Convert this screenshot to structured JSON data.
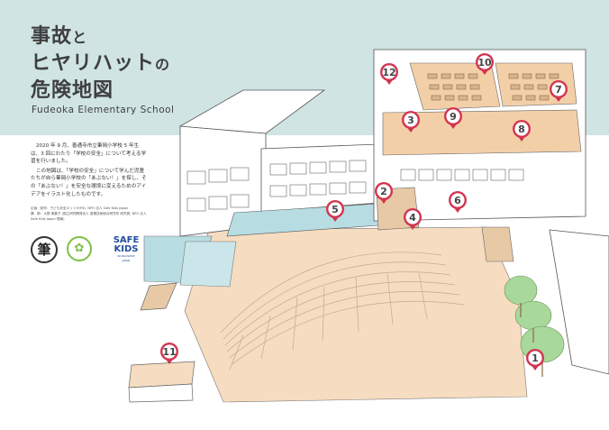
{
  "title": {
    "line1_a": "事故",
    "line1_b": "と",
    "line2_a": "ヒヤリハット",
    "line2_b": "の",
    "line3": "危険地図"
  },
  "subtitle": "Fudeoka Elementary School",
  "description": [
    "2020 年 9 月、善通寺市立筆岡小学校 5 年生は、3 回にわたり「学校の安全」について考える学習を行いました。",
    "この地図は、「学校の安全」について学んだ児童たちが自ら筆岡小学校の「あぶない！」を探し、その「あぶない！」を安全な環境に変えるためのアイデアをイラスト化したものです。"
  ],
  "credits": [
    "企画・制作：子ども安全ネットかがわ, NPO 法人 Safe Kids Japan",
    "講　師：大野 美喜子 (国立研究開発法人 産業技術総合研究所 研究員, NPO 法人 Safe Kids Japan 理事)"
  ],
  "logos": {
    "kanji": "筆",
    "safe_line1": "SAFE",
    "safe_line2": "KIDS",
    "safe_line3": "WORLDWIDE",
    "safe_line4": "JAPAN"
  },
  "colors": {
    "sky": "#cfe4e3",
    "ground": "#f6dcc0",
    "water": "#b7dde3",
    "marker": "#d2344f",
    "floor": "#f3cfa8",
    "tree": "#a8d89a",
    "line": "#555555"
  },
  "markers": [
    {
      "id": "1",
      "label": "1"
    },
    {
      "id": "2",
      "label": "2"
    },
    {
      "id": "3",
      "label": "3"
    },
    {
      "id": "4",
      "label": "4"
    },
    {
      "id": "5",
      "label": "5"
    },
    {
      "id": "6",
      "label": "6"
    },
    {
      "id": "7",
      "label": "7"
    },
    {
      "id": "8",
      "label": "8"
    },
    {
      "id": "9",
      "label": "9"
    },
    {
      "id": "10",
      "label": "10"
    },
    {
      "id": "11",
      "label": "11"
    },
    {
      "id": "12",
      "label": "12"
    }
  ]
}
